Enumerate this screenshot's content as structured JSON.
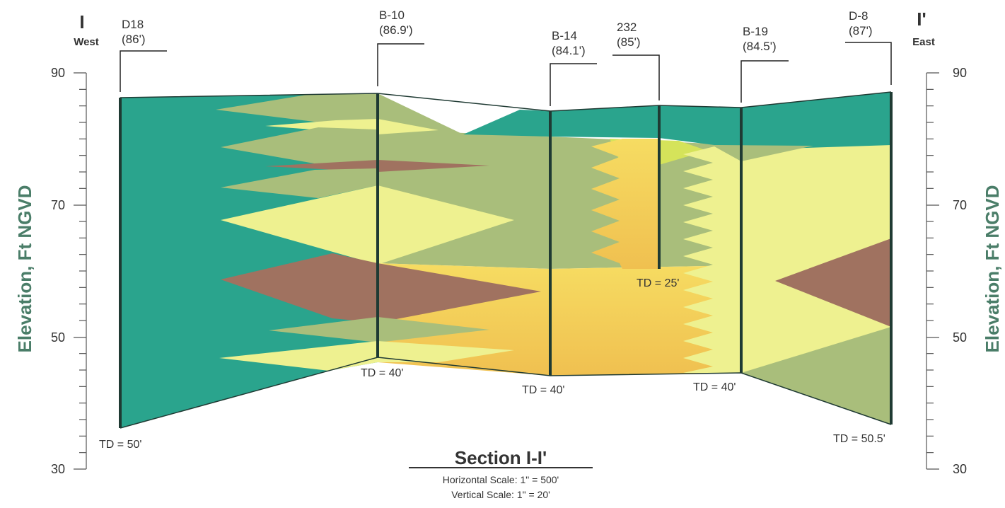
{
  "section": {
    "end_left": {
      "mark": "I",
      "direction": "West"
    },
    "end_right": {
      "mark": "I'",
      "direction": "East"
    },
    "y_axis_label": "Elevation, Ft NGVD",
    "y_ticks": [
      "90",
      "70",
      "50",
      "30"
    ],
    "title": "Section I-I'",
    "horizontal_scale": "Horizontal Scale: 1\" = 500'",
    "vertical_scale": "Vertical Scale: 1\" = 20'"
  },
  "borings": [
    {
      "name": "D18",
      "ground_elev": "(86')",
      "total_depth": "TD = 50'"
    },
    {
      "name": "B-10",
      "ground_elev": "(86.9')",
      "total_depth": "TD = 40'"
    },
    {
      "name": "B-14",
      "ground_elev": "(84.1')",
      "total_depth": "TD = 40'"
    },
    {
      "name": "232",
      "ground_elev": "(85')",
      "total_depth": "TD = 25'"
    },
    {
      "name": "B-19",
      "ground_elev": "(84.5')",
      "total_depth": "TD = 40'"
    },
    {
      "name": "D-8",
      "ground_elev": "(87')",
      "total_depth": "TD = 50.5'"
    }
  ],
  "colors": {
    "teal": "#2aa48d",
    "sage": "#a9be7b",
    "pale_yellow": "#eef190",
    "brown": "#a07260",
    "orange_yellow": "#f2c75a",
    "lime": "#d5e35a",
    "boring_line": "#1f3a33"
  }
}
